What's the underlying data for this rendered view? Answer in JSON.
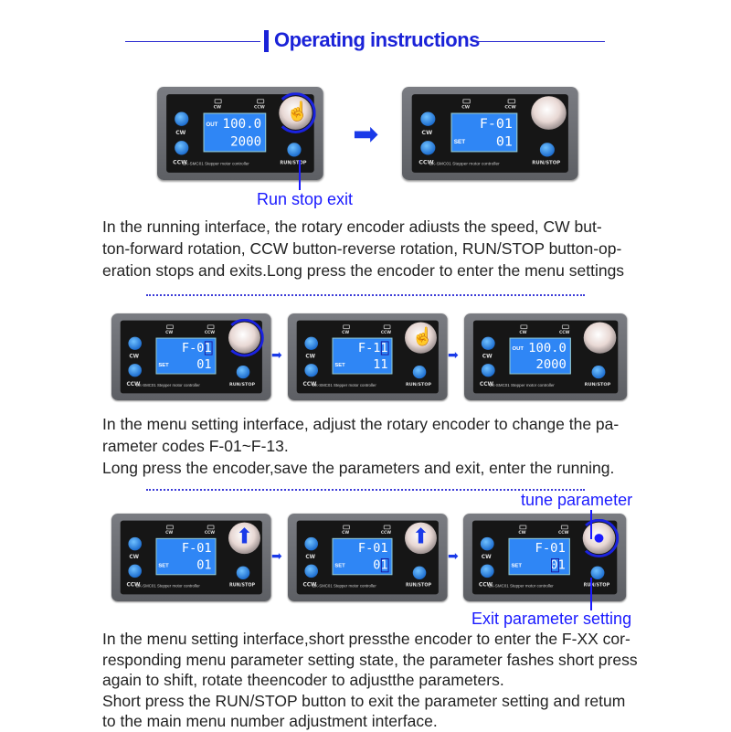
{
  "title": "Operating instructions",
  "callouts": {
    "run_stop_exit": "Run stop exit",
    "tune_parameter": "tune parameter",
    "exit_parameter_setting": "Exit parameter setting"
  },
  "device_labels": {
    "cw": "CW",
    "ccw": "CCW",
    "run_stop": "RUN/STOP",
    "footer": "ZK-SMC01  Stepper motor controller"
  },
  "devices": [
    {
      "pre1": "OUT",
      "line1": "100.0",
      "pre2": "",
      "line2": "2000",
      "knob": "hand",
      "ring": true
    },
    {
      "pre1": "",
      "line1": "F-01",
      "pre2": "SET",
      "line2": "01",
      "knob": "",
      "ring": false
    },
    {
      "pre1": "",
      "line1": "F-01",
      "pre2": "SET",
      "line2": "01",
      "knob": "",
      "ring": true,
      "cursor": 1
    },
    {
      "pre1": "",
      "line1": "F-11",
      "pre2": "SET",
      "line2": "11",
      "knob": "hand",
      "ring": false,
      "cursor": 1
    },
    {
      "pre1": "OUT",
      "line1": "100.0",
      "pre2": "",
      "line2": "2000",
      "knob": "",
      "ring": false
    },
    {
      "pre1": "",
      "line1": "F-01",
      "pre2": "SET",
      "line2": "01",
      "knob": "up",
      "ring": false
    },
    {
      "pre1": "",
      "line1": "F-01",
      "pre2": "SET",
      "line2": "01",
      "knob": "up",
      "ring": false,
      "cursor": 2
    },
    {
      "pre1": "",
      "line1": "F-01",
      "pre2": "SET",
      "line2": "01",
      "knob": "dot",
      "ring": true,
      "cursor": 3
    }
  ],
  "paragraphs": [
    [
      "In the running interface, the rotary encoder adiusts the speed, CW but-",
      "ton-forward rotation, CCW button-reverse rotation, RUN/STOP button-op-",
      "eration stops and exits.Long press the encoder to enter the menu settings"
    ],
    [
      "In the menu setting interface, adjust the rotary encoder to change the pa-",
      "rameter codes F-01~F-13.",
      "Long press the encoder,save the parameters and exit, enter the running."
    ],
    [
      "In the menu setting interface,short pressthe encoder to enter the F-XX cor-",
      "responding menu parameter setting state, the parameter fashes short press",
      "again to shift, rotate theencoder to adjustthe parameters.",
      "Short press the RUN/STOP button to exit the parameter setting and retum",
      "to the main menu number adjustment interface."
    ]
  ]
}
